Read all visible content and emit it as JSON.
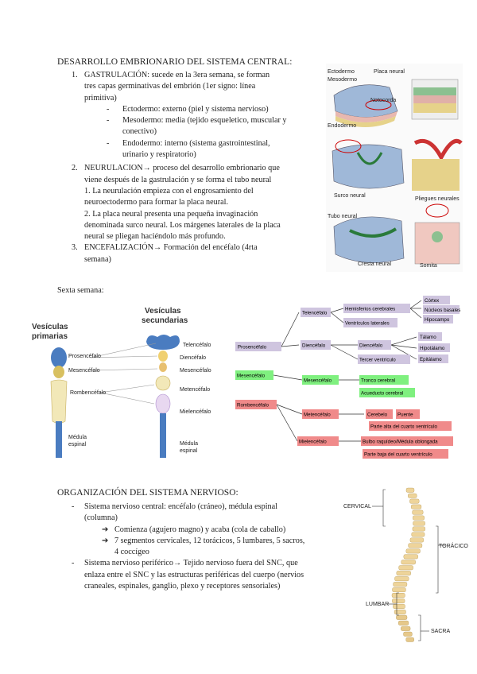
{
  "section1": {
    "title": "DESARROLLO EMBRIONARIO DEL SISTEMA CENTRAL:",
    "gastrulacion": {
      "num": "1.",
      "lines": [
        "GASTRULACIÓN: sucede en la 3era semana, se forman",
        "tres capas germinativas del embrión (1er signo: línea",
        "primitiva)"
      ],
      "items": [
        [
          "Ectodermo: externo (piel y sistema nervioso)"
        ],
        [
          "Mesodermo: media (tejido esqueletico, muscular y",
          "conectivo)"
        ],
        [
          "Endodermo: interno (sistema gastrointestinal,",
          "urinario y respiratorio)"
        ]
      ]
    },
    "neurulacion": {
      "num": "2.",
      "lines": [
        "NEURULACION→ proceso del desarrollo embrionario que",
        "viene después de la gastrulación y se forma el tubo neural"
      ],
      "sub": [
        [
          "1. La neurulación empieza con el engrosamiento del",
          "neuroectodermo para formar la placa neural."
        ],
        [
          "2. La placa neural presenta una pequeña invaginación",
          "denominada surco neural. Los márgenes laterales de la placa",
          "neural se pliegan haciéndolo más profundo."
        ]
      ]
    },
    "encefalizacion": {
      "num": "3.",
      "lines": [
        "ENCEFALIZACIÓN→ Formación del encéfalo (4rta",
        "semana)"
      ]
    },
    "sexta": "Sexta semana:"
  },
  "embryo_figure": {
    "labels": [
      "Ectodermo",
      "Mesodermo",
      "Endodermo",
      "Notocorda",
      "Placa neural",
      "Surco neural",
      "Pliegues neurales",
      "Tubo neural",
      "Cresta neural",
      "Somita"
    ]
  },
  "vesicles": {
    "primarias_title": [
      "Vesículas",
      "primarias"
    ],
    "secundarias_title": [
      "Vesículas",
      "secundarias"
    ],
    "prim": [
      "Prosencéfalo",
      "Mesencéfalo",
      "Rombencéfalo"
    ],
    "sec": [
      "Telencéfalo",
      "Diencéfalo",
      "Mesencéfalo",
      "Metencéfalo",
      "Mielencéfalo"
    ],
    "medula": [
      "Médula",
      "espinal"
    ]
  },
  "tree": {
    "prosencefalo": "Prosencéfalo",
    "telencefalo": "Telencéfalo",
    "hemisferios": "Hemisferios cerebrales",
    "ventriculos": "Ventrículos laterales",
    "tel_leaves": [
      "Córtex",
      "Núcleos basales",
      "Hipocampo"
    ],
    "diencefalo_a": "Diencéfalo",
    "diencefalo_b": "Diencéfalo",
    "tercer": "Tercer ventrículo",
    "dien_leaves": [
      "Tálamo",
      "Hipotálamo",
      "Epitálamo"
    ],
    "mesencefalo": "Mesencéfalo",
    "mesencefalo2": "Mesencéfalo",
    "tronco": "Tronco cerebral",
    "acueducto": "Acueducto cerebral",
    "rombencefalo": "Rombencéfalo",
    "metencefalo": "Metencéfalo",
    "cerebelo": "Cerebelo",
    "puente": "Puente",
    "parte_alta": "Parte alta del cuarto ventrículo",
    "mielencefalo": "Mielencéfalo",
    "bulbo": "Bulbo raquídeo/Médula oblongada",
    "parte_baja": "Parte baja del cuarto ventrículo",
    "colors": {
      "purple": "#cfc5df",
      "green": "#7ff07f",
      "red": "#f08a8a"
    }
  },
  "section2": {
    "title": "ORGANIZACIÓN DEL SISTEMA NERVIOSO:",
    "snc": [
      "Sistema nervioso central: encéfalo (cráneo), médula espinal",
      "(columna)"
    ],
    "snc_sub": [
      [
        "Comienza (agujero magno) y acaba (cola de caballo)"
      ],
      [
        "7 segmentos cervicales, 12 torácicos, 5 lumbares, 5 sacros,",
        "4 coccígeo"
      ]
    ],
    "snp": [
      "Sistema nervioso periférico→ Tejido nervioso fuera del SNC, que",
      "enlaza entre el SNC y las estructuras periféricas del cuerpo (nervios",
      "craneales, espinales, ganglio, plexo y receptores sensoriales)"
    ],
    "dash": "-",
    "bullet": "➔"
  },
  "spine": {
    "labels": [
      "CERVICAL",
      "TORÁCICO",
      "LUMBAR",
      "SACRA"
    ]
  }
}
